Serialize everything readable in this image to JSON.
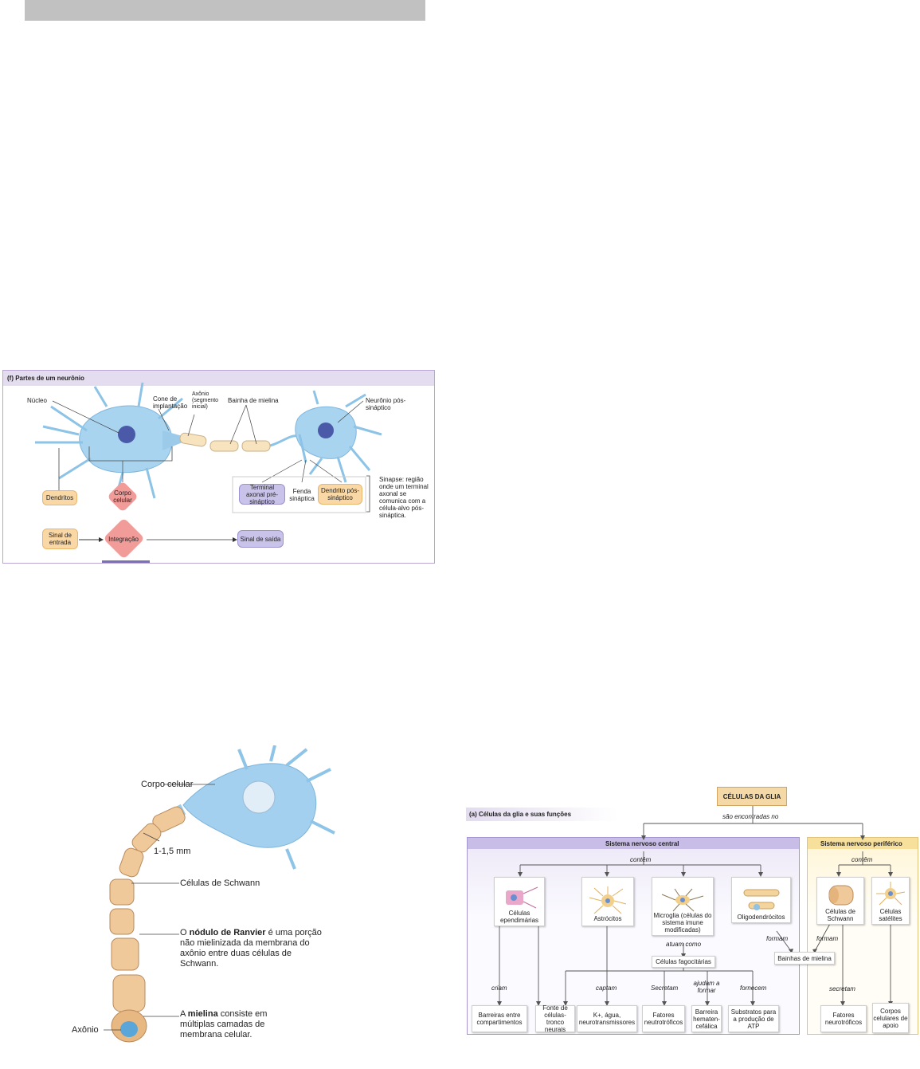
{
  "top_bar": {},
  "neuron": {
    "title": "(f) Partes de um neurônio",
    "labels": {
      "nucleo": "Núcleo",
      "cone": "Cone de implantação",
      "axonio": "Axônio (segmento inicial)",
      "bainha": "Bainha de mielina",
      "pos": "Neurônio pós-sináptico",
      "dendritos": "Dendritos",
      "corpo": "Corpo celular",
      "terminal": "Terminal axonal pré-sináptico",
      "fenda": "Fenda sináptica",
      "dendrito_pos": "Dendrito pós-sináptico",
      "sinapse": "Sinapse: região onde um terminal axonal se comunica com a célula-alvo pós-sináptica.",
      "entrada": "Sinal de entrada",
      "integracao": "Integração",
      "saida": "Sinal de saída"
    }
  },
  "schwann": {
    "corpo": "Corpo celular",
    "medida": "1-1,5 mm",
    "celulas": "Células de Schwann",
    "nodulo_a": "O ",
    "nodulo_b": "nódulo de Ranvier",
    "nodulo_c": " é uma porção não mielinizada da membrana do axônio entre duas células de Schwann.",
    "mielina_a": "A ",
    "mielina_b": "mielina",
    "mielina_c": " consiste em múltiplas camadas de membrana celular.",
    "axonio": "Axônio"
  },
  "glia": {
    "title": "(a) Células da glia e suas funções",
    "root": "CÉLULAS DA GLIA",
    "found": "são encontradas no",
    "snc": "Sistema nervoso central",
    "snp": "Sistema nervoso periférico",
    "contem1": "contêm",
    "contem2": "contêm",
    "ependimarias": "Células ependimárias",
    "astrocitos": "Astrócitos",
    "microglia": "Microglia (células do sistema imune modificadas)",
    "oligo": "Oligodendrócitos",
    "schwann": "Células de Schwann",
    "satelites": "Células satélites",
    "atuam": "atuam como",
    "fagocitarias": "Células fagocitárias",
    "formam1": "formam",
    "formam2": "formam",
    "bainhas": "Bainhas de mielina",
    "criam": "criam",
    "captam": "captam",
    "secretam1": "Secretam",
    "ajudam": "ajudam a formar",
    "fornecem": "fornecem",
    "secretam2": "secretam",
    "barreiras": "Barreiras entre compartimentos",
    "fonte": "Fonte de células-tronco neurais",
    "kagua": "K+, água, neurotransmissores",
    "fatores1": "Fatores neutrotróficos",
    "barreira": "Barreira hematen-cefálica",
    "substratos": "Substratos para a produção de ATP",
    "fatores2": "Fatores neurotróficos",
    "corpos": "Corpos celulares de apoio"
  }
}
